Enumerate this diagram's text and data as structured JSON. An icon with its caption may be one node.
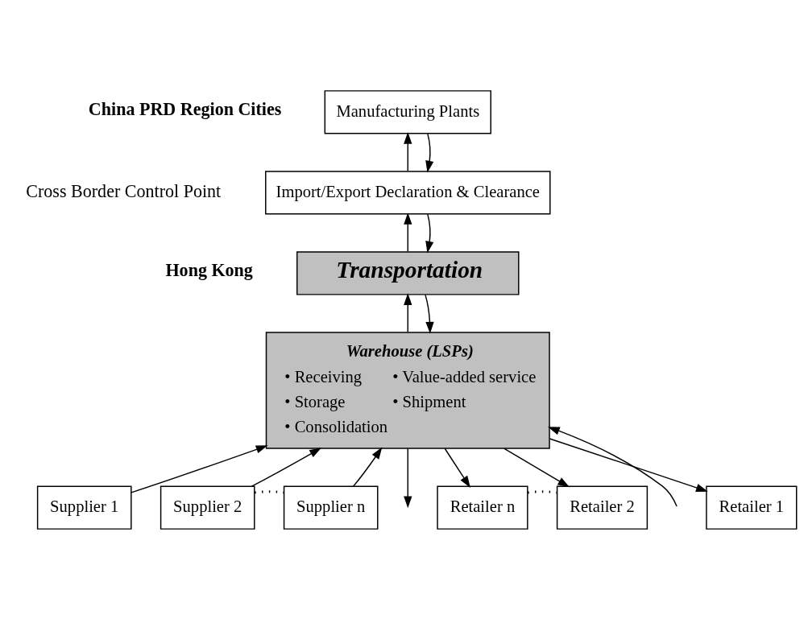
{
  "diagram": {
    "nodes": [
      {
        "text": [
          "Manufacturing Plants"
        ]
      },
      {
        "text": [
          "Import/Export Declaration & Clearance"
        ]
      },
      {
        "text": [
          "Transportation"
        ]
      },
      {
        "text": [
          "Warehouse (LSPs)",
          "• Receiving",
          "• Storage",
          "• Consolidation",
          "• Value-added service",
          "• Shipment"
        ]
      },
      {
        "text": [
          "Supplier 1"
        ]
      },
      {
        "text": [
          "Supplier 2"
        ]
      },
      {
        "text": [
          "Supplier n"
        ]
      },
      {
        "text": [
          "Retailer 1"
        ]
      },
      {
        "text": [
          "Retailer 2"
        ]
      },
      {
        "text": [
          "Retailer n"
        ]
      }
    ],
    "edges": [
      {
        "from": 1,
        "to": 0,
        "arrow": "to"
      },
      {
        "from": 0,
        "to": 1,
        "arrow": "to"
      },
      {
        "from": 2,
        "to": 1,
        "arrow": "to"
      },
      {
        "from": 1,
        "to": 2,
        "arrow": "to"
      },
      {
        "from": 3,
        "to": 2,
        "arrow": "to"
      },
      {
        "from": 2,
        "to": 3,
        "arrow": "to"
      },
      {
        "from": 4,
        "to": 3,
        "arrow": "to"
      },
      {
        "from": 5,
        "to": 3,
        "arrow": "to"
      },
      {
        "from": null,
        "to": 3,
        "arrow": "to"
      },
      {
        "from": 6,
        "to": 3,
        "arrow": "to"
      },
      {
        "from": 3,
        "to": 7,
        "arrow": "to"
      },
      {
        "from": 3,
        "to": null,
        "arrow": "to"
      },
      {
        "from": 3,
        "to": 8,
        "arrow": "to"
      },
      {
        "from": 3,
        "to": 9,
        "arrow": "to"
      },
      {
        "from": 5,
        "to": 6,
        "arrow": "none",
        "style": "dashed"
      },
      {
        "from": 9,
        "to": 8,
        "arrow": "none",
        "style": "dashed"
      }
    ],
    "labels": [
      "China PRD Region Cities",
      "Cross Border Control Point",
      "Hong Kong"
    ]
  }
}
